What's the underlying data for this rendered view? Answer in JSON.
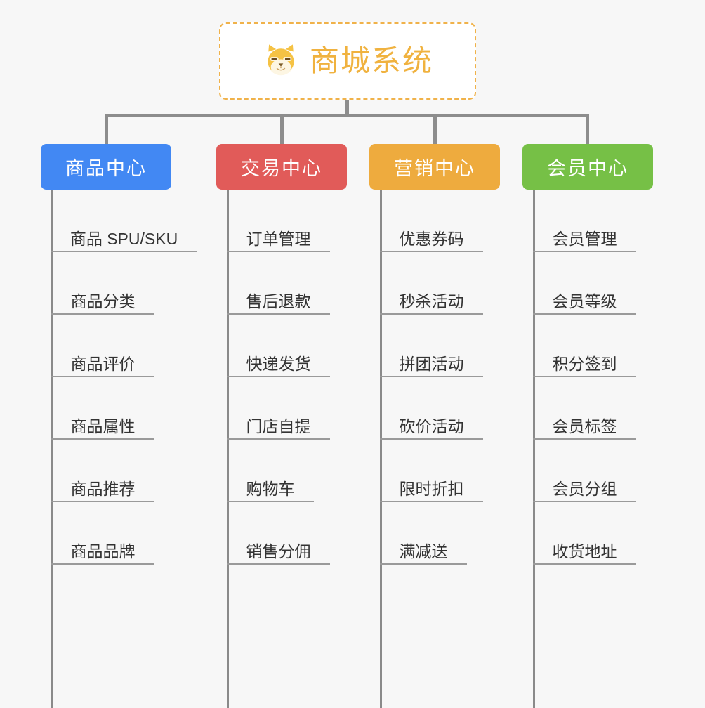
{
  "diagram": {
    "type": "mindmap",
    "title": "商城系统",
    "background_color": "#f7f7f7",
    "root": {
      "label": "商城系统",
      "icon": "shiba-dog-face-icon",
      "text_color": "#f0b23f",
      "border_color": "#f0b24a",
      "background_color": "#ffffff"
    },
    "connector_color": "#8d8d8d",
    "branches": [
      {
        "label": "商品中心",
        "color": "#4288f3",
        "items": [
          "商品 SPU/SKU",
          "商品分类",
          "商品评价",
          "商品属性",
          "商品推荐",
          "商品品牌"
        ]
      },
      {
        "label": "交易中心",
        "color": "#e15b59",
        "items": [
          "订单管理",
          "售后退款",
          "快递发货",
          "门店自提",
          "购物车",
          "销售分佣"
        ]
      },
      {
        "label": "营销中心",
        "color": "#eeab3e",
        "items": [
          "优惠券码",
          "秒杀活动",
          "拼团活动",
          "砍价活动",
          "限时折扣",
          "满减送"
        ]
      },
      {
        "label": "会员中心",
        "color": "#76c046",
        "items": [
          "会员管理",
          "会员等级",
          "积分签到",
          "会员标签",
          "会员分组",
          "收货地址"
        ]
      }
    ]
  }
}
